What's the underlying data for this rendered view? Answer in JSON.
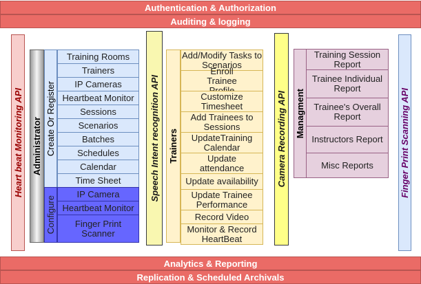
{
  "colors": {
    "bar_fill": "#ea6b66",
    "heartbeat_api_fill": "#f8cecc",
    "speech_api_fill": "#f9f7b0",
    "camera_api_fill": "#ffff88",
    "fingerprint_api_fill": "#dae8fc",
    "admin_items_fill": "#dae8fc",
    "configure_fill": "#6666ff",
    "trainer_items_fill": "#fff2cc",
    "management_fill": "#e6d0de"
  },
  "top_bars": [
    "Authentication & Authorization",
    "Auditing & logging"
  ],
  "bottom_bars": [
    "Analytics & Reporting",
    "Replication & Scheduled Archivals"
  ],
  "apis": {
    "heartbeat": "Heart beat Monitoring API",
    "speech": "Speech Intent recognition API",
    "camera": "Camera Recording API",
    "fingerprint": "Finger Print Scanning API"
  },
  "administrator": {
    "title": "Administrator",
    "create_register": {
      "label": "Create Or Register",
      "items": [
        "Training Rooms",
        "Trainers",
        "IP Cameras",
        "Heartbeat Monitor",
        "Sessions",
        "Scenarios",
        "Batches",
        "Schedules",
        "Calendar",
        "Time Sheet"
      ]
    },
    "configure": {
      "label": "Configure",
      "items": [
        "IP Camera",
        "Heartbeat Monitor",
        "Finger Print Scanner"
      ]
    }
  },
  "trainers": {
    "title": "Trainers",
    "items": [
      "Add/Modify Tasks to Scenarios",
      "Enroll Trainee Profile",
      "Customize Timesheet",
      "Add Trainees to Sessions",
      "UpdateTraining Calendar",
      "Update attendance",
      "Update availability",
      "Update Trainee Performance",
      "Record Video",
      "Monitor & Record HeartBeat"
    ]
  },
  "management": {
    "title": "Managment",
    "items": [
      "Training Session Report",
      "Trainee Individual Report",
      "Trainee's Overall Report",
      "Instructors Report",
      "Misc Reports"
    ]
  }
}
